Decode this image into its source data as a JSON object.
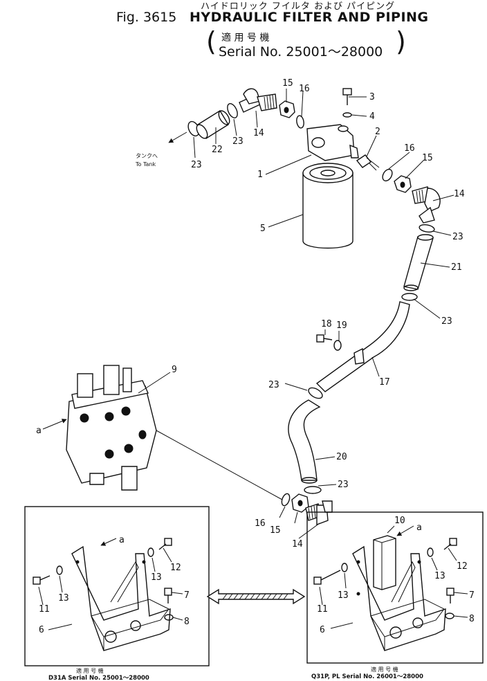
{
  "header": {
    "fig_no": "Fig. 3615",
    "title_jp": "ハイドロリック フイルタ および パイピング",
    "title_en": "HYDRAULIC FILTER AND PIPING",
    "applicable_jp": "適 用 号 機",
    "serial_range": "Serial  No. 25001～28000"
  },
  "annotations": {
    "to_tank_jp": "タンクへ",
    "to_tank_en": "To Tank",
    "view_marker": "a"
  },
  "parts": {
    "p1": "1",
    "p2": "2",
    "p3": "3",
    "p4": "4",
    "p5": "5",
    "p6": "6",
    "p7": "7",
    "p8": "8",
    "p9": "9",
    "p10": "10",
    "p11": "11",
    "p12": "12",
    "p13": "13",
    "p14": "14",
    "p15": "15",
    "p16": "16",
    "p17": "17",
    "p18": "18",
    "p19": "19",
    "p20": "20",
    "p21": "21",
    "p22": "22",
    "p23": "23"
  },
  "left_inset": {
    "applicable_jp": "適 用 号 機",
    "caption": "D31A  Serial  No.  25001～28000"
  },
  "right_inset": {
    "applicable_jp": "適 用 号 機",
    "caption": "Q31P, PL  Serial  No.  26001～28000"
  }
}
